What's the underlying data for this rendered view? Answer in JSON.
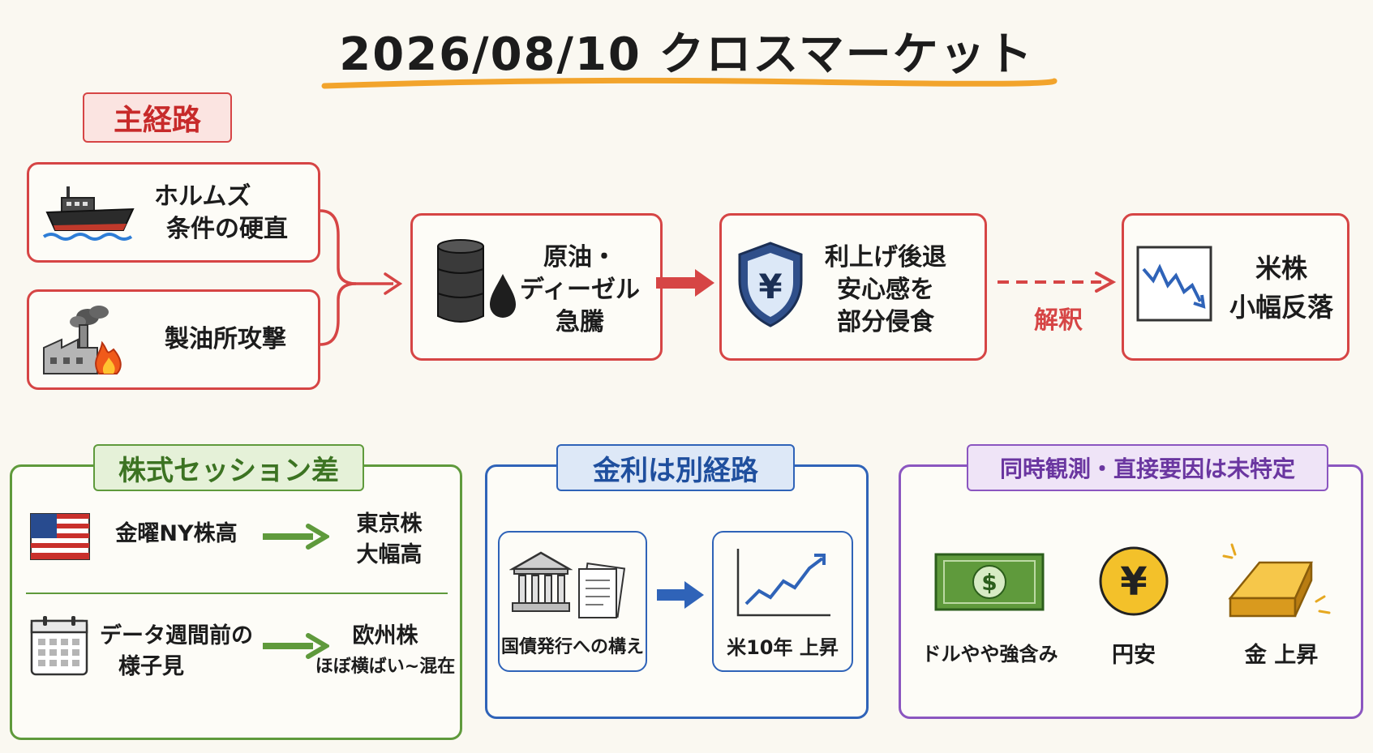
{
  "title": "2026/08/10 クロスマーケット",
  "main_route": {
    "tag": "主経路",
    "causes": [
      {
        "line1": "ホルムズ",
        "line2": "条件の硬直",
        "icon": "ship-icon"
      },
      {
        "line1": "製油所攻撃",
        "icon": "burning-factory-icon"
      }
    ],
    "oil": {
      "line1": "原油・",
      "line2": "ディーゼル",
      "line3": "急騰",
      "icon": "oil-barrel-icon"
    },
    "rates": {
      "line1": "利上げ後退",
      "line2": "安心感を",
      "line3": "部分侵食",
      "icon": "yen-shield-icon"
    },
    "interpretation_label": "解釈",
    "stocks": {
      "line1": "米株",
      "line2": "小幅反落",
      "icon": "falling-chart-icon"
    }
  },
  "equity_session": {
    "tag": "株式セッション差",
    "row1": {
      "left": "金曜NY株高",
      "right1": "東京株",
      "right2": "大幅高",
      "icon": "us-flag-icon"
    },
    "row2": {
      "left1": "データ週間前の",
      "left2": "様子見",
      "right1": "欧州株",
      "right2": "ほぼ横ばい~混在",
      "icon": "calendar-icon"
    }
  },
  "rates_route": {
    "tag": "金利は別経路",
    "left": "国債発行への構え",
    "right": "米10年 上昇",
    "icons": [
      "bank-icon",
      "document-icon",
      "rising-chart-icon"
    ]
  },
  "simultaneous": {
    "tag": "同時観測・直接要因は未特定",
    "items": [
      {
        "label": "ドルやや強含み",
        "icon": "dollar-bill-icon"
      },
      {
        "label": "円安",
        "icon": "yen-coin-icon"
      },
      {
        "label": "金 上昇",
        "icon": "gold-bar-icon"
      }
    ]
  },
  "colors": {
    "red": "#d64545",
    "green": "#5f9a3c",
    "blue": "#2f63b8",
    "purple": "#8b56c0",
    "underline": "#f2a42c",
    "background": "#faf8f1"
  }
}
